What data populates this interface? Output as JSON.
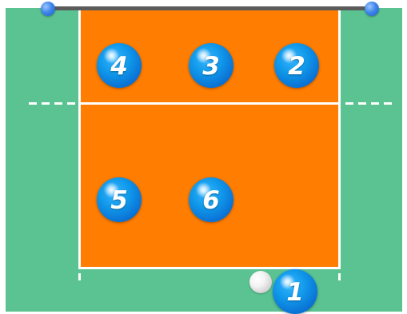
{
  "colors": {
    "background": "#5bc392",
    "court": "#ff7d00",
    "lines": "#ffffff",
    "player": "#1098ea",
    "net": "#5b5b5b",
    "net_posts": "#3f86ea"
  },
  "players": [
    {
      "label": "4",
      "position": 4
    },
    {
      "label": "3",
      "position": 3
    },
    {
      "label": "2",
      "position": 2
    },
    {
      "label": "5",
      "position": 5
    },
    {
      "label": "6",
      "position": 6
    },
    {
      "label": "1",
      "position": 1
    }
  ],
  "ball": {
    "icon": "volleyball-icon"
  }
}
